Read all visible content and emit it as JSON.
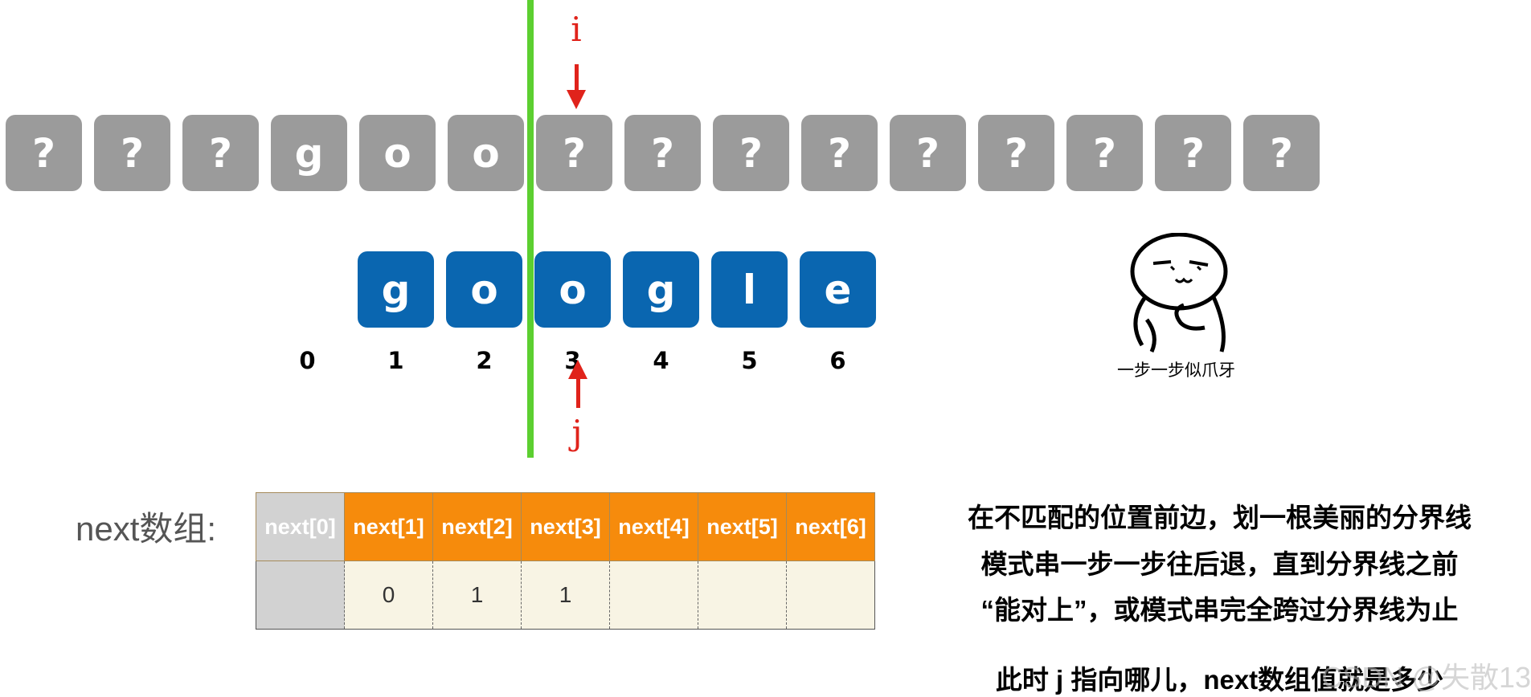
{
  "main_string": [
    "?",
    "?",
    "?",
    "g",
    "o",
    "o",
    "?",
    "?",
    "?",
    "?",
    "?",
    "?",
    "?",
    "?",
    "?"
  ],
  "pattern": [
    "g",
    "o",
    "o",
    "g",
    "l",
    "e"
  ],
  "indices": [
    "0",
    "1",
    "2",
    "3",
    "4",
    "5",
    "6"
  ],
  "pointer_i": "i",
  "pointer_j": "j",
  "next_label": "next数组:",
  "next_headers": [
    "next[0]",
    "next[1]",
    "next[2]",
    "next[3]",
    "next[4]",
    "next[5]",
    "next[6]"
  ],
  "next_values": [
    "",
    "0",
    "1",
    "1",
    "",
    "",
    ""
  ],
  "caption": "一步一步似爪牙",
  "explanation": {
    "line1": "在不匹配的位置前边，划一根美丽的分界线",
    "line2": "模式串一步一步往后退，直到分界线之前",
    "line3": "“能对上”，或模式串完全跨过分界线为止",
    "question": "此时 j 指向哪儿，next数组值就是多少"
  },
  "watermark": "CSDN @失散13",
  "colors": {
    "main_cell": "#9b9b9b",
    "pattern_cell": "#0a66b0",
    "divider": "#5ccf30",
    "pointer": "#e0231b",
    "table_header": "#f68b0c",
    "table_body": "#f8f4e4"
  }
}
